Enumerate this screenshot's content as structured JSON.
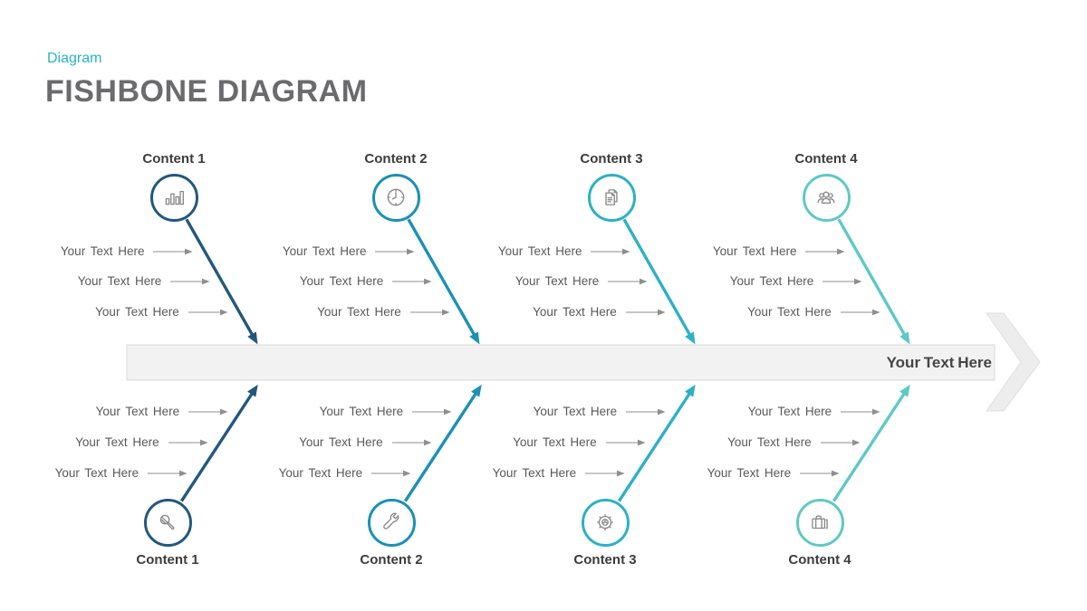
{
  "header": {
    "eyebrow": "Diagram",
    "title": "FISHBONE DIAGRAM"
  },
  "spine": {
    "label": "Your Text Here"
  },
  "branches_top": [
    {
      "label": "Content 1",
      "icon": "bar-chart-icon",
      "color": "#23587E",
      "rows": [
        "Your Text Here",
        "Your Text Here",
        "Your Text Here"
      ]
    },
    {
      "label": "Content 2",
      "icon": "clock-icon",
      "color": "#1B90B5",
      "rows": [
        "Your Text Here",
        "Your Text Here",
        "Your Text Here"
      ]
    },
    {
      "label": "Content 3",
      "icon": "documents-icon",
      "color": "#2EB0C6",
      "rows": [
        "Your Text Here",
        "Your Text Here",
        "Your Text Here"
      ]
    },
    {
      "label": "Content 4",
      "icon": "team-icon",
      "color": "#5FC9C4",
      "rows": [
        "Your Text Here",
        "Your Text Here",
        "Your Text Here"
      ]
    }
  ],
  "branches_bottom": [
    {
      "label": "Content 1",
      "icon": "microphone-icon",
      "color": "#23587E",
      "rows": [
        "Your Text Here",
        "Your Text Here",
        "Your Text Here"
      ]
    },
    {
      "label": "Content 2",
      "icon": "wrench-icon",
      "color": "#1B90B5",
      "rows": [
        "Your Text Here",
        "Your Text Here",
        "Your Text Here"
      ]
    },
    {
      "label": "Content 3",
      "icon": "gear-icon",
      "color": "#2EB0C6",
      "rows": [
        "Your Text Here",
        "Your Text Here",
        "Your Text Here"
      ]
    },
    {
      "label": "Content 4",
      "icon": "briefcase-icon",
      "color": "#5FC9C4",
      "rows": [
        "Your Text Here",
        "Your Text Here",
        "Your Text Here"
      ]
    }
  ],
  "colors": {
    "eyebrow_text": "#29B4C4",
    "title_text": "#6B6B6E",
    "spine_fill": "#F2F2F2",
    "spine_border": "#DADADA",
    "arrowhead_fill": "#EDEDED",
    "arrowhead_border": "#DFDFDF",
    "row_arrow": "#8F8F8F",
    "icon_stroke": "#8A8A8A"
  }
}
